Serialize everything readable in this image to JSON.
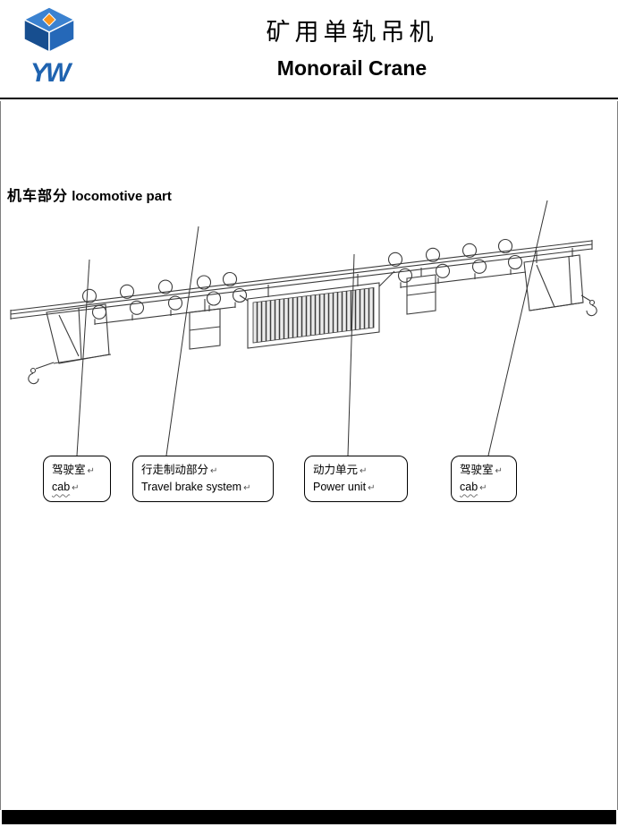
{
  "header": {
    "title_zh": "矿用单轨吊机",
    "title_en": "Monorail Crane",
    "logo": {
      "letters": "YW",
      "brand_blue": "#1f63b0",
      "brand_dark_blue": "#174e8f",
      "brand_light_blue": "#3b82d0",
      "brand_orange": "#f7941d"
    }
  },
  "section": {
    "heading_zh": "机车部分",
    "heading_en": "locomotive part"
  },
  "marks": {
    "line_break": "↵"
  },
  "callouts": [
    {
      "zh": "驾驶室",
      "en": "cab"
    },
    {
      "zh": "行走制动部分",
      "en": "Travel brake system"
    },
    {
      "zh": "动力单元",
      "en": "Power unit"
    },
    {
      "zh": "驾驶室",
      "en": "cab"
    }
  ]
}
